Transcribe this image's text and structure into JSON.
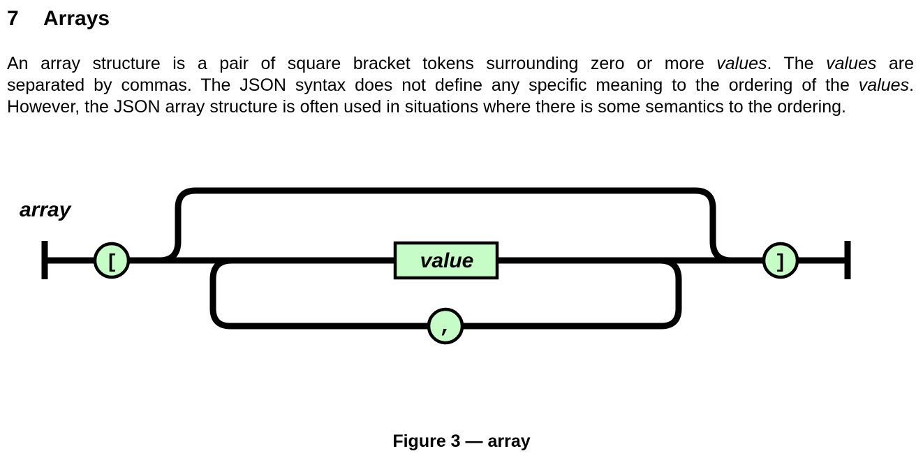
{
  "section": {
    "number": "7",
    "title": "Arrays"
  },
  "paragraph": {
    "lines": [
      [
        {
          "text": "An array structure is a pair of square bracket tokens surrounding zero or more ",
          "italic": false
        },
        {
          "text": "values",
          "italic": true
        },
        {
          "text": ". The ",
          "italic": false
        },
        {
          "text": "values",
          "italic": true
        },
        {
          "text": " are",
          "italic": false
        }
      ],
      [
        {
          "text": "separated by commas. The JSON syntax does not define any specific meaning to the ordering of the ",
          "italic": false
        },
        {
          "text": "values",
          "italic": true
        },
        {
          "text": ".",
          "italic": false
        }
      ],
      [
        {
          "text": "However, the JSON array structure is often used in situations where there is some semantics to the ordering.",
          "italic": false
        }
      ]
    ]
  },
  "diagram": {
    "rule_name": "array",
    "open_token": "[",
    "value_label": "value",
    "separator_token": ",",
    "close_token": "]",
    "token_fill": "#c6fcc6",
    "line_color": "#000000"
  },
  "caption": "Figure 3 — array"
}
